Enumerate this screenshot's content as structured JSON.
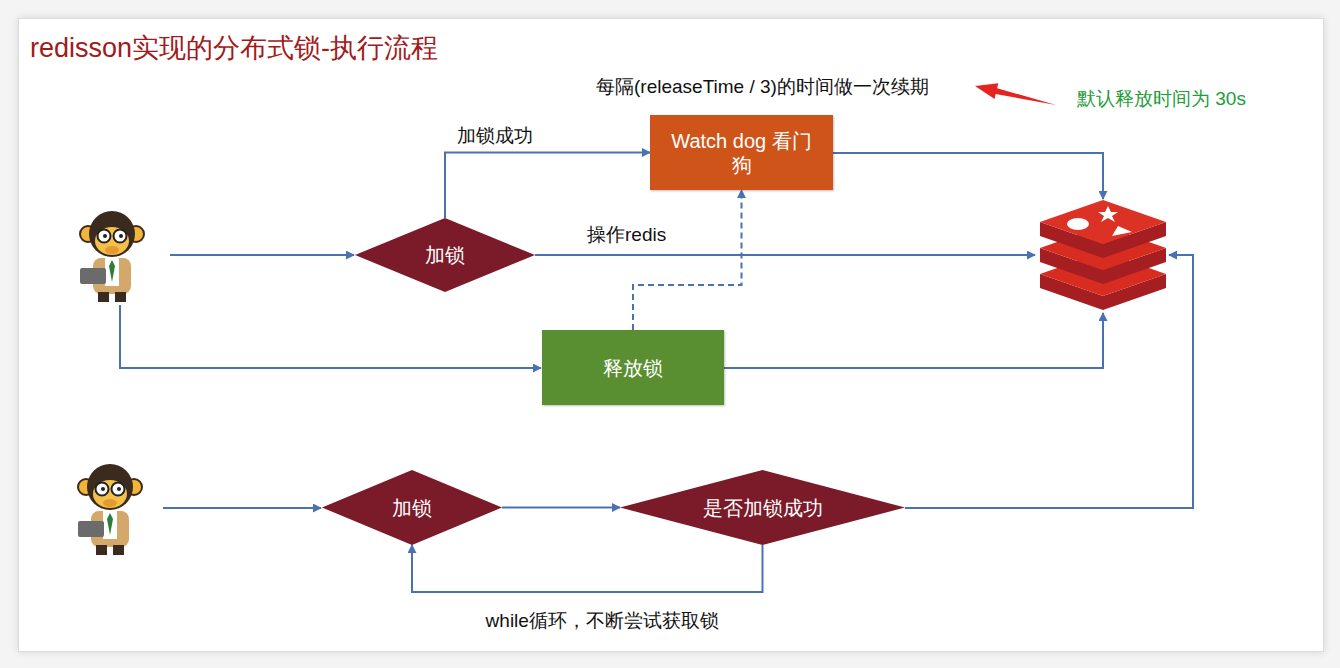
{
  "diagram": {
    "title": "redisson实现的分布式锁-执行流程",
    "nodes": [
      {
        "text": [
          "Watch dog 看门狗"
        ]
      },
      {
        "text": [
          "加锁"
        ]
      },
      {
        "text": [
          "释放锁"
        ]
      },
      {
        "text": [
          "加锁"
        ]
      },
      {
        "text": [
          "是否加锁成功"
        ]
      }
    ],
    "edges": [
      {
        "from": 1,
        "to": 0,
        "arrow": "to",
        "label": "加锁成功"
      },
      {
        "from": 2,
        "to": 0,
        "arrow": "to"
      },
      {
        "from": 3,
        "to": 4,
        "arrow": "to"
      },
      {
        "from": 4,
        "to": 3,
        "arrow": "to",
        "label": "while循环，不断尝试获取锁"
      }
    ],
    "labels": [
      "每隔(releaseTime / 3)的时间做一次续期",
      "操作redis",
      "默认释放时间为 30s"
    ]
  }
}
